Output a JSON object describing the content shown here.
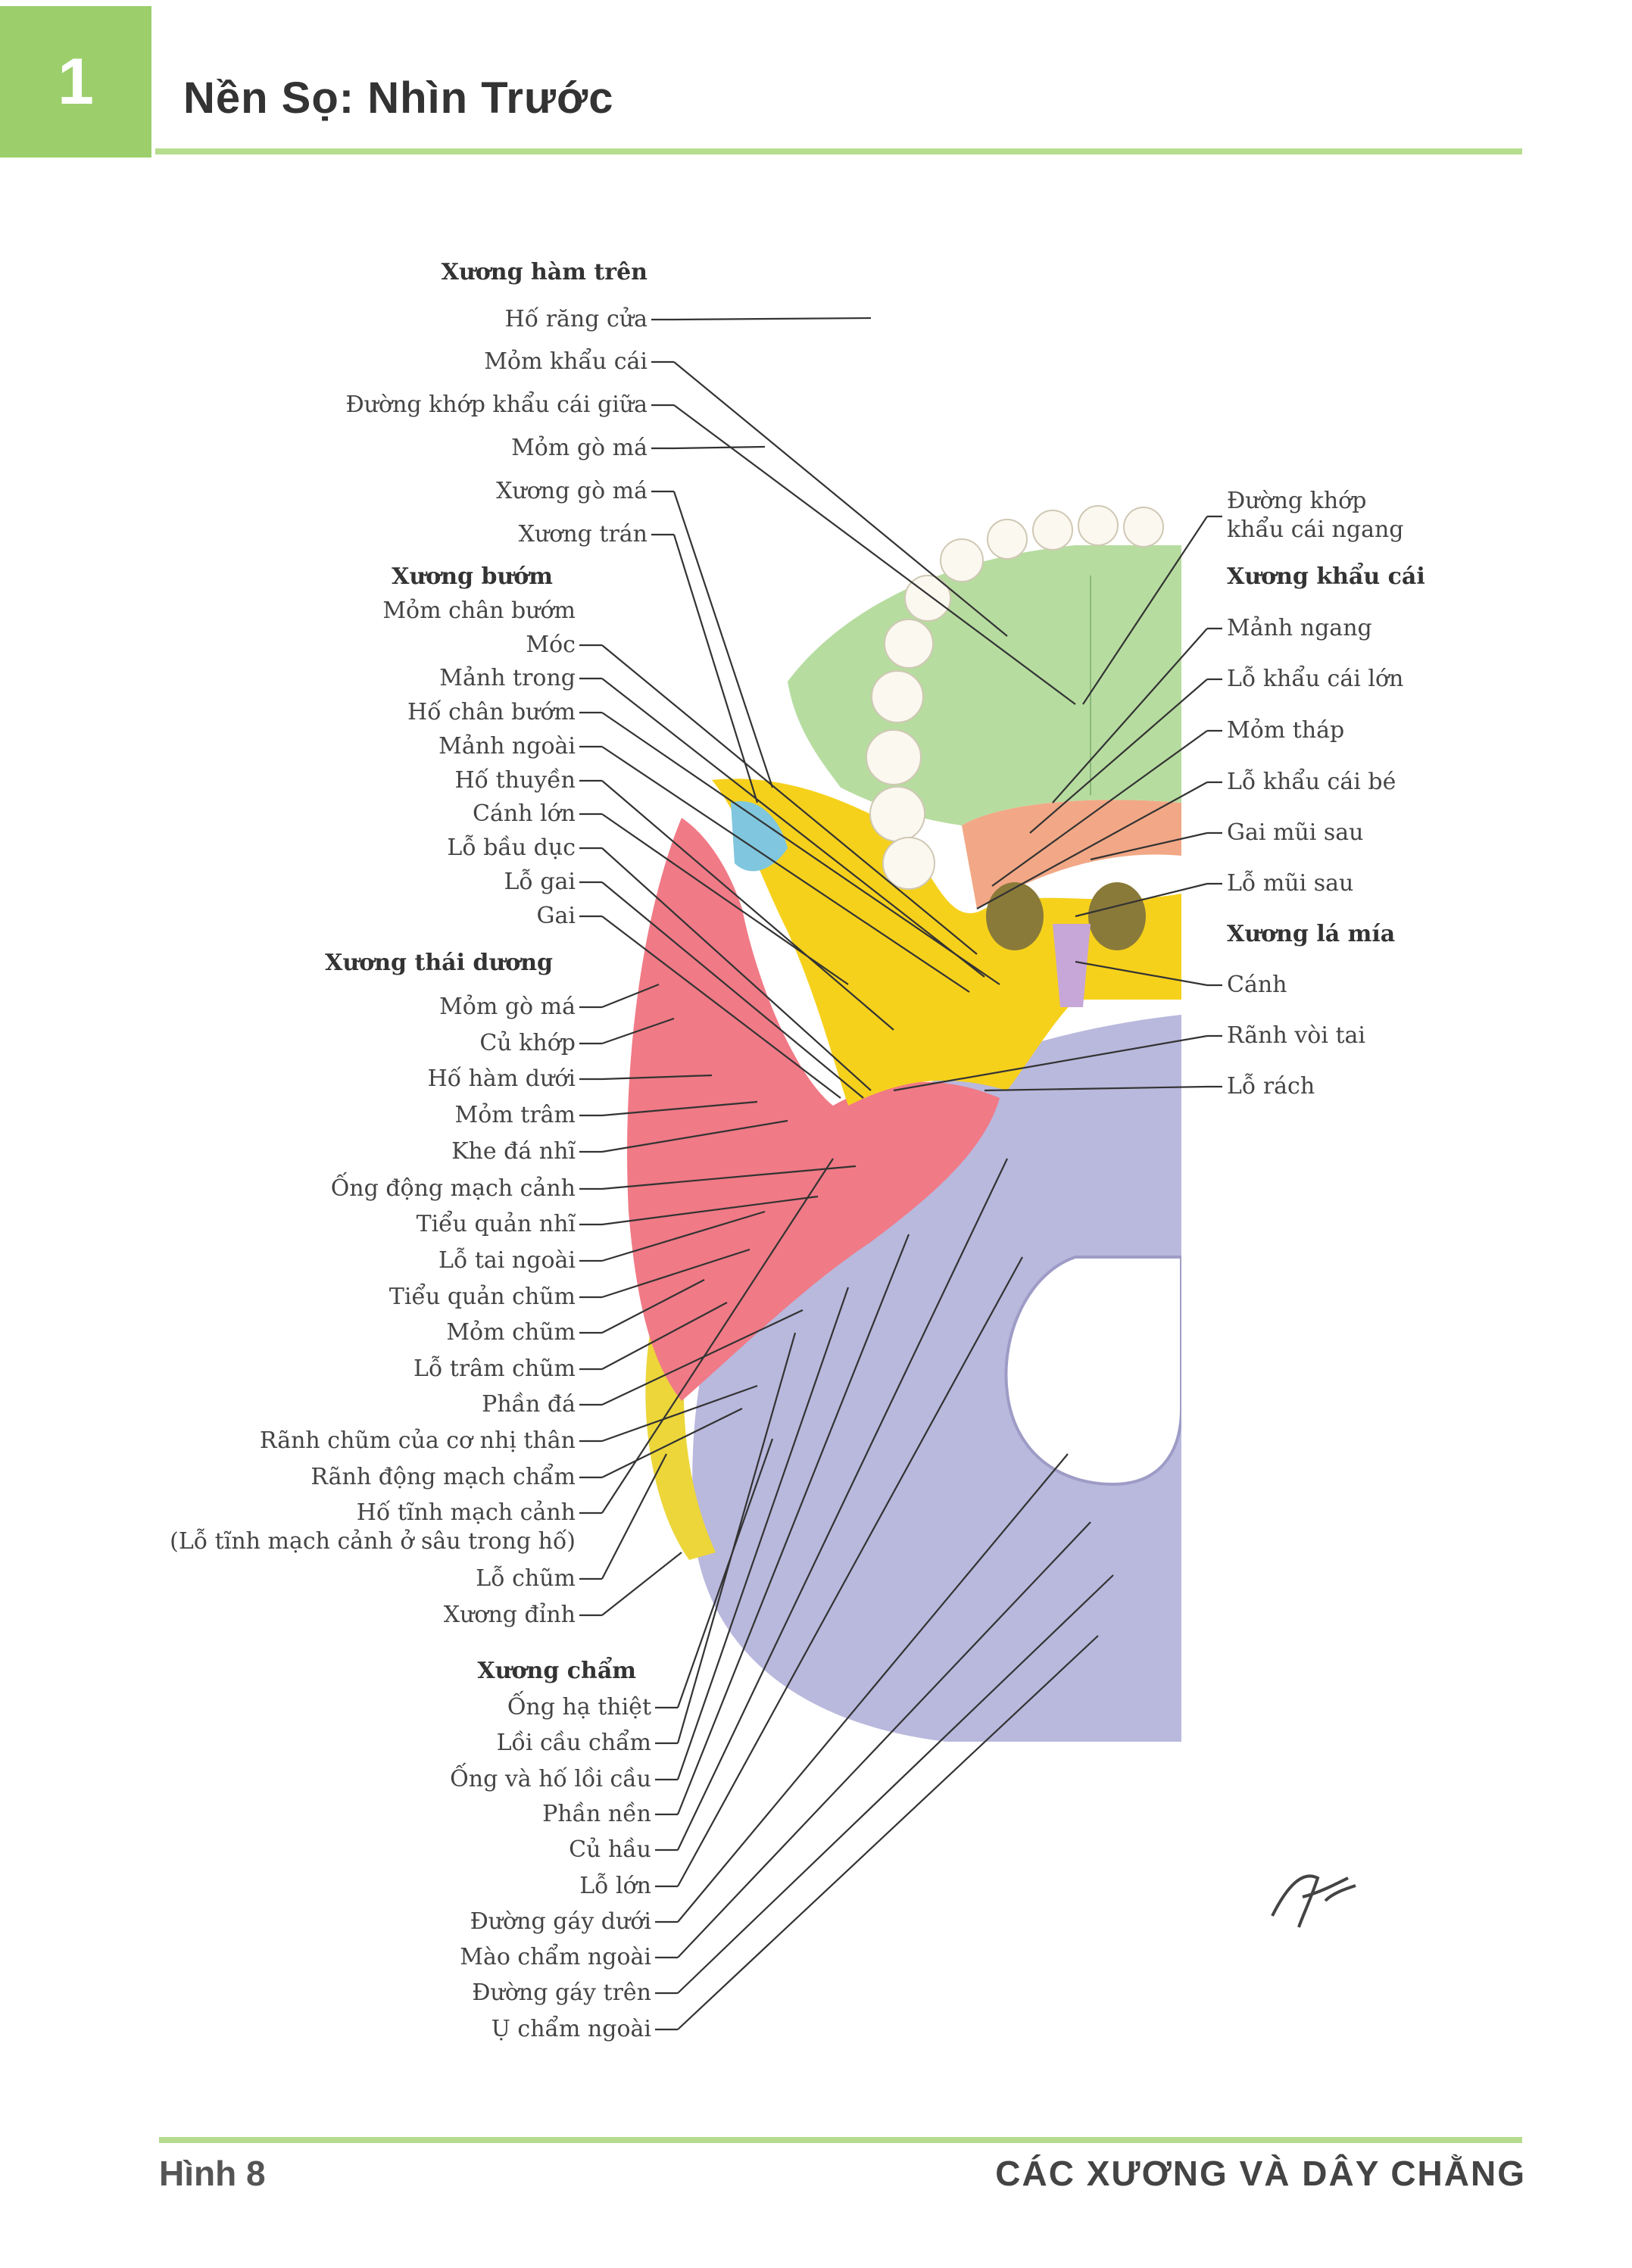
{
  "header": {
    "chapter_number": "1",
    "title": "Nền Sọ: Nhìn Trước"
  },
  "footer": {
    "figure_label": "Hình 8",
    "section_title": "CÁC XƯƠNG VÀ DÂY CHẰNG"
  },
  "colors": {
    "accent_green": "#9ccf6c",
    "maxilla": "#b7dca0",
    "sphenoid": "#f6d11c",
    "temporal": "#f07a86",
    "occipital": "#b9b8dd",
    "palatine": "#f2a886",
    "vomer": "#c7a6d8",
    "zygomatic": "#7fc6de",
    "parietal": "#ecd63a"
  },
  "labels_left": [
    {
      "text": "Xương hàm trên",
      "heading": true
    },
    {
      "text": "Hố răng cửa"
    },
    {
      "text": "Mỏm khẩu cái"
    },
    {
      "text": "Đường khớp khẩu cái giữa"
    },
    {
      "text": "Mỏm gò má"
    },
    {
      "text": "Xương gò má"
    },
    {
      "text": "Xương trán"
    },
    {
      "text": "Xương bướm",
      "heading": true
    },
    {
      "text": "Mỏm chân bướm"
    },
    {
      "text": "Móc"
    },
    {
      "text": "Mảnh trong"
    },
    {
      "text": "Hố chân bướm"
    },
    {
      "text": "Mảnh ngoài"
    },
    {
      "text": "Hố thuyền"
    },
    {
      "text": "Cánh lớn"
    },
    {
      "text": "Lỗ bầu dục"
    },
    {
      "text": "Lỗ gai"
    },
    {
      "text": "Gai"
    },
    {
      "text": "Xương thái dương",
      "heading": true
    },
    {
      "text": "Mỏm gò má"
    },
    {
      "text": "Củ khớp"
    },
    {
      "text": "Hố hàm dưới"
    },
    {
      "text": "Mỏm trâm"
    },
    {
      "text": "Khe đá nhĩ"
    },
    {
      "text": "Ống động mạch cảnh"
    },
    {
      "text": "Tiểu quản nhĩ"
    },
    {
      "text": "Lỗ tai ngoài"
    },
    {
      "text": "Tiểu quản chũm"
    },
    {
      "text": "Mỏm chũm"
    },
    {
      "text": "Lỗ trâm chũm"
    },
    {
      "text": "Phần đá"
    },
    {
      "text": "Rãnh chũm của cơ nhị thân"
    },
    {
      "text": "Rãnh động mạch chẩm"
    },
    {
      "text": "Hố tĩnh mạch cảnh"
    },
    {
      "text": "(Lỗ tĩnh mạch cảnh ở sâu trong hố)"
    },
    {
      "text": "Lỗ chũm"
    },
    {
      "text": "Xương đỉnh"
    },
    {
      "text": "Xương chẩm",
      "heading": true
    },
    {
      "text": "Ống hạ thiệt"
    },
    {
      "text": "Lồi cầu chẩm"
    },
    {
      "text": "Ống và hố lồi cầu"
    },
    {
      "text": "Phần nền"
    },
    {
      "text": "Củ hầu"
    },
    {
      "text": "Lỗ lớn"
    },
    {
      "text": "Đường gáy dưới"
    },
    {
      "text": "Mào chẩm ngoài"
    },
    {
      "text": "Đường gáy trên"
    },
    {
      "text": "Ụ chẩm ngoài"
    }
  ],
  "labels_right": [
    {
      "text": "Đường khớp"
    },
    {
      "text": "khẩu cái ngang"
    },
    {
      "text": "Xương khẩu cái",
      "heading": true
    },
    {
      "text": "Mảnh ngang"
    },
    {
      "text": "Lỗ khẩu cái lớn"
    },
    {
      "text": "Mỏm tháp"
    },
    {
      "text": "Lỗ khẩu cái bé"
    },
    {
      "text": "Gai mũi sau"
    },
    {
      "text": "Lỗ mũi sau"
    },
    {
      "text": "Xương lá mía",
      "heading": true
    },
    {
      "text": "Cánh"
    },
    {
      "text": "Rãnh vòi tai"
    },
    {
      "text": "Lỗ rách"
    }
  ]
}
